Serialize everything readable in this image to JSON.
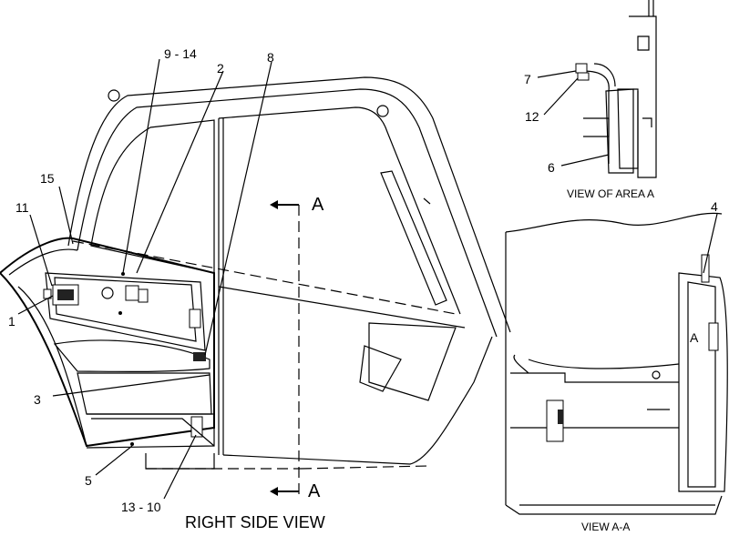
{
  "views": {
    "main_caption": "RIGHT SIDE VIEW",
    "area_caption": "VIEW OF AREA A",
    "section_caption": "VIEW A-A",
    "section_letter": "A",
    "area_letter": "A"
  },
  "callouts": {
    "c1": "1",
    "c2": "2",
    "c3": "3",
    "c4": "4",
    "c5": "5",
    "c6": "6",
    "c7": "7",
    "c8": "8",
    "c9_14": "9 - 14",
    "c11": "11",
    "c12": "12",
    "c13_10": "13 - 10",
    "c15": "15"
  }
}
